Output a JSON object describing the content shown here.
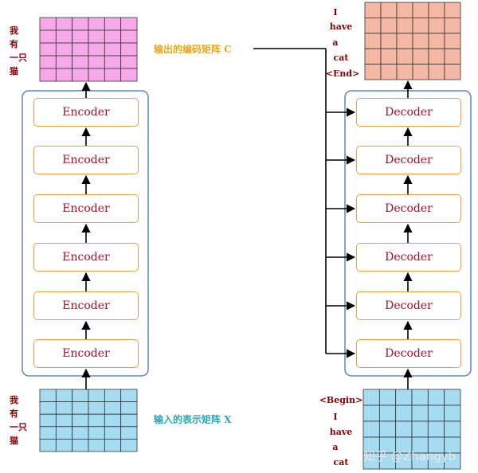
{
  "encoder": {
    "blocks": [
      "Encoder",
      "Encoder",
      "Encoder",
      "Encoder",
      "Encoder",
      "Encoder"
    ],
    "output_label": [
      "我",
      "有",
      "一只",
      "猫"
    ],
    "input_label": [
      "我",
      "有",
      "一只",
      "猫"
    ]
  },
  "decoder": {
    "blocks": [
      "Decoder",
      "Decoder",
      "Decoder",
      "Decoder",
      "Decoder",
      "Decoder"
    ],
    "output_words": [
      "I",
      "have",
      "a",
      "cat",
      "<End>"
    ],
    "input_words": [
      "<Begin>",
      "I",
      "have",
      "a",
      "cat"
    ]
  },
  "captions": {
    "encoding_matrix": "输出的编码矩阵 C",
    "input_matrix": "输入的表示矩阵 X"
  },
  "watermark": "知乎 @Zhangyb",
  "colors": {
    "pink_matrix": "#f7a8e8",
    "salmon_matrix": "#f5b8a5",
    "blue_matrix": "#a6dcf2",
    "stack_border": "#5b86c5",
    "block_border": "#e8a04d",
    "block_text": "#a0102a"
  }
}
